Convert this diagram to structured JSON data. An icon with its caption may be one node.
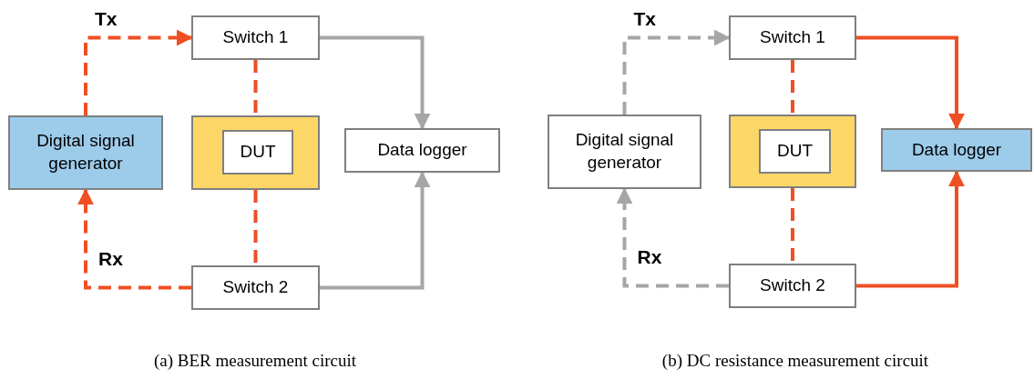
{
  "diagram": {
    "nodes": [
      {
        "text": [
          "Digital signal generator"
        ]
      },
      {
        "text": [
          "Switch 1"
        ]
      },
      {
        "text": [],
        "shape": "box"
      },
      {
        "text": [
          "DUT"
        ],
        "in": 2
      },
      {
        "text": [
          "Data logger"
        ]
      },
      {
        "text": [
          "Switch 2"
        ]
      },
      {
        "text": [
          "Digital signal generator"
        ]
      },
      {
        "text": [
          "Switch 1"
        ]
      },
      {
        "text": [],
        "shape": "box"
      },
      {
        "text": [
          "DUT"
        ],
        "in": 8
      },
      {
        "text": [
          "Data logger"
        ]
      },
      {
        "text": [
          "Switch 2"
        ]
      }
    ],
    "edges": [
      {
        "from": 0,
        "to": 1,
        "arrow": "to",
        "label": "Tx",
        "style": "dashed"
      },
      {
        "from": 1,
        "to": 2,
        "arrow": "none",
        "style": "dashed"
      },
      {
        "from": 2,
        "to": 5,
        "arrow": "none",
        "style": "dashed"
      },
      {
        "from": 5,
        "to": 0,
        "arrow": "to",
        "label": "Rx",
        "style": "dashed"
      },
      {
        "from": 1,
        "to": 4,
        "arrow": "to",
        "color": "#a6a6a6"
      },
      {
        "from": 5,
        "to": 4,
        "arrow": "to",
        "color": "#a6a6a6"
      },
      {
        "from": 6,
        "to": 7,
        "arrow": "to",
        "label": "Tx",
        "style": "dashed",
        "color": "#a6a6a6"
      },
      {
        "from": 7,
        "to": 8,
        "arrow": "none",
        "style": "dashed"
      },
      {
        "from": 8,
        "to": 11,
        "arrow": "none",
        "style": "dashed"
      },
      {
        "from": 11,
        "to": 6,
        "arrow": "to",
        "label": "Rx",
        "style": "dashed",
        "color": "#a6a6a6"
      },
      {
        "from": 7,
        "to": 10,
        "arrow": "to"
      },
      {
        "from": 11,
        "to": 10,
        "arrow": "to"
      }
    ],
    "labels": [
      "(a) BER measurement circuit",
      "(b) DC resistance measurement circuit"
    ]
  }
}
